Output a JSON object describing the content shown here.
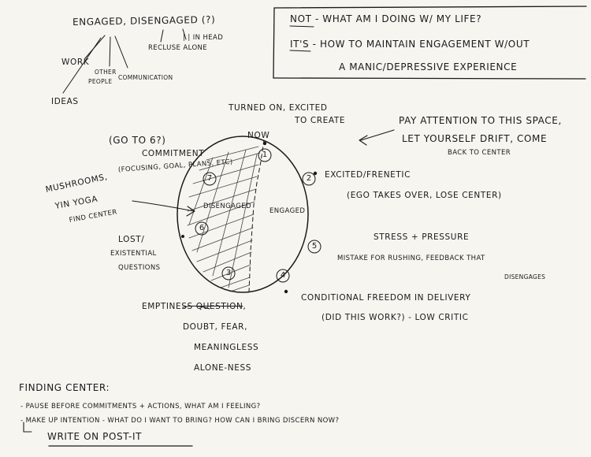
{
  "notes": {
    "top_left_line1": "ENGAGED, DISENGAGED (?)",
    "top_left_right1": "| | IN HEAD",
    "top_left_right2": "RECLUSE ALONE",
    "top_left_work": "WORK",
    "top_left_other1": "OTHER",
    "top_left_other2": "PEOPLE",
    "top_left_comm": "COMMUNICATION",
    "top_left_ideas": "IDEAS",
    "box_line1": "NOT - WHAT AM I DOING W/ MY LIFE?",
    "box_line2": "IT'S - HOW TO MAINTAIN ENGAGEMENT W/OUT",
    "box_line3": "A MANIC/DEPRESSIVE EXPERIENCE",
    "turned_on1": "TURNED ON, EXCITED",
    "turned_on2": "TO CREATE",
    "now": "NOW",
    "pay1": "PAY ATTENTION TO THIS SPACE,",
    "pay2": "LET YOURSELF DRIFT, COME",
    "pay3": "BACK TO CENTER",
    "goto": "(GO TO 6?)",
    "commitment": "COMMITMENT",
    "commitment_detail": "(FOCUSING, GOAL, PLANS, ETC)",
    "mushrooms1": "MUSHROOMS,",
    "mushrooms2": "YIN YOGA",
    "mushrooms3": "FIND CENTER",
    "excited1": "EXCITED/FRENETIC",
    "excited2": "(EGO TAKES OVER, LOSE CENTER)",
    "disengaged": "DISENGAGED",
    "engaged": "ENGAGED",
    "lost1": "LOST/",
    "lost2": "EXISTENTIAL",
    "lost3": "QUESTIONS",
    "stress": "STRESS + PRESSURE",
    "mistake": "MISTAKE FOR RUSHING, FEEDBACK THAT",
    "disengages": "DISENGAGES",
    "conditional1": "CONDITIONAL FREEDOM IN DELIVERY",
    "conditional2": "(DID THIS WORK?) - LOW CRITIC",
    "emptiness1": "EMPTINESS",
    "emptiness_struck": "QUESTION",
    "emptiness_comma": ",",
    "emptiness2": "DOUBT, FEAR,",
    "emptiness3": "MEANINGLESS",
    "emptiness4": "ALONE-NESS",
    "finding_title": "FINDING CENTER:",
    "finding1": "- PAUSE BEFORE COMMITMENTS + ACTIONS, WHAT AM I FEELING?",
    "finding2": "- MAKE UP INTENTION - WHAT DO I WANT TO BRING? HOW CAN I BRING DISCERN NOW?",
    "finding3": "WRITE ON POST-IT"
  },
  "circle_numbers": [
    "1",
    "2",
    "3",
    "4",
    "5",
    "6",
    "7"
  ]
}
